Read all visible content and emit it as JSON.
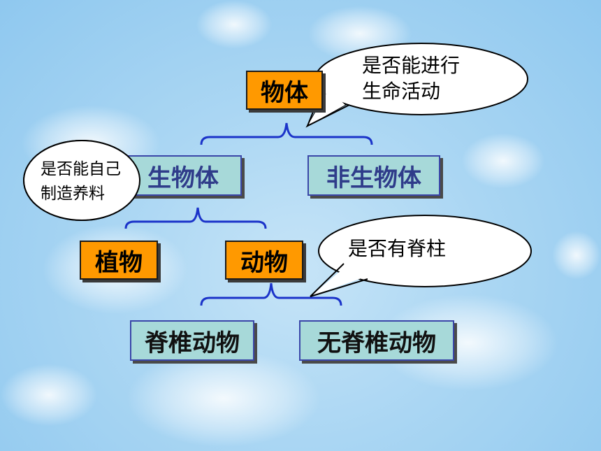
{
  "nodes": {
    "object": "物体",
    "living": "生物体",
    "nonliving": "非生物体",
    "plant": "植物",
    "animal": "动物",
    "vertebrate": "脊椎动物",
    "invertebrate": "无脊椎动物"
  },
  "bubbles": {
    "life_activity": {
      "line1": "是否能进行",
      "line2": "生命活动"
    },
    "make_nutrients": {
      "line1": "是否能自己",
      "line2": "制造养料"
    },
    "spine": {
      "line1": "是否有脊柱"
    }
  }
}
